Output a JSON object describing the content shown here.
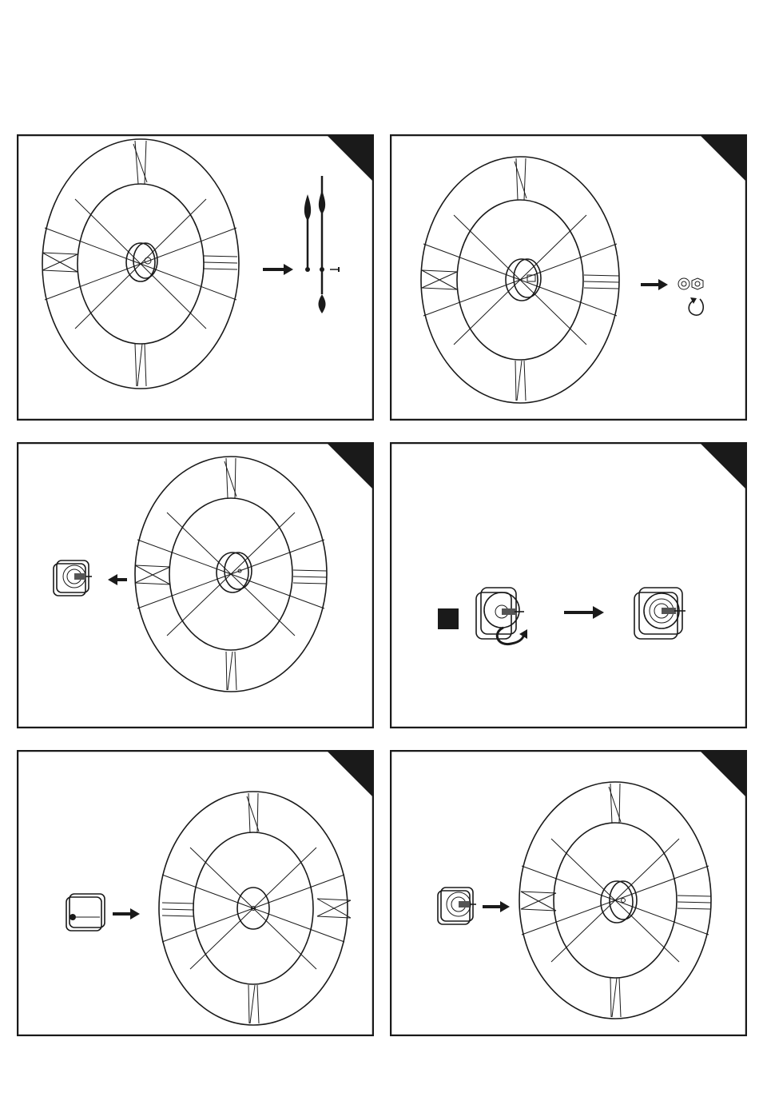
{
  "page": {
    "background": "#ffffff",
    "ink": "#1a1a1a"
  },
  "panels": [
    {
      "id": "step-1",
      "content": "clock-face-hands",
      "corner_tab": "dark-corner"
    },
    {
      "id": "step-2",
      "content": "clock-face-nut-washer",
      "corner_tab": "dark-corner"
    },
    {
      "id": "step-3",
      "content": "clock-face-movement-removed",
      "corner_tab": "dark-corner"
    },
    {
      "id": "step-4",
      "content": "movement-rotate-battery",
      "corner_tab": "dark-corner"
    },
    {
      "id": "step-5",
      "content": "battery-insert-back",
      "corner_tab": "dark-corner"
    },
    {
      "id": "step-6",
      "content": "movement-insert-clock",
      "corner_tab": "dark-corner"
    }
  ],
  "icons": [
    "arrow-right-icon",
    "arrow-left-icon",
    "clock-hands-icon",
    "nut-washer-icon",
    "rotate-icon",
    "movement-icon",
    "battery-icon"
  ]
}
